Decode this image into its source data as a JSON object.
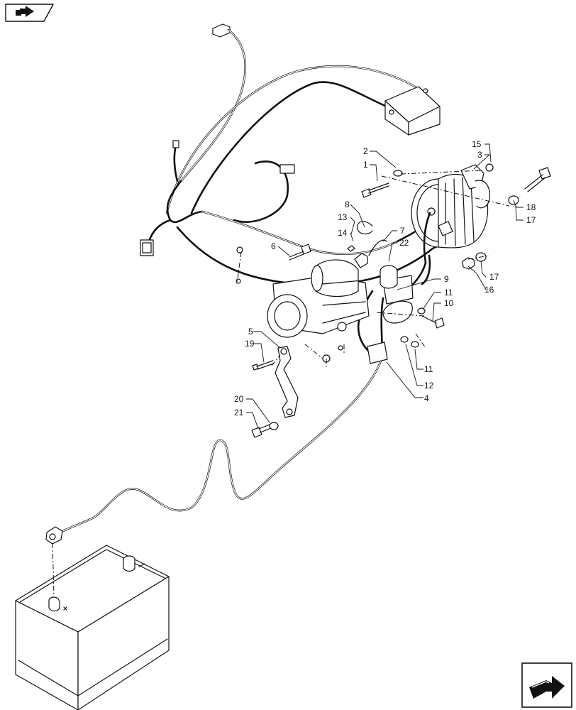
{
  "callouts": [
    {
      "id": "c1",
      "text": "1"
    },
    {
      "id": "c2",
      "text": "2"
    },
    {
      "id": "c3",
      "text": "3"
    },
    {
      "id": "c4",
      "text": "4"
    },
    {
      "id": "c5",
      "text": "5"
    },
    {
      "id": "c6",
      "text": "6"
    },
    {
      "id": "c7",
      "text": "7"
    },
    {
      "id": "c8",
      "text": "8"
    },
    {
      "id": "c9",
      "text": "9"
    },
    {
      "id": "c10",
      "text": "10"
    },
    {
      "id": "c11a",
      "text": "11"
    },
    {
      "id": "c11b",
      "text": "11"
    },
    {
      "id": "c12",
      "text": "12"
    },
    {
      "id": "c13",
      "text": "13"
    },
    {
      "id": "c14",
      "text": "14"
    },
    {
      "id": "c15",
      "text": "15"
    },
    {
      "id": "c16",
      "text": "16"
    },
    {
      "id": "c17a",
      "text": "17"
    },
    {
      "id": "c17b",
      "text": "17"
    },
    {
      "id": "c18",
      "text": "18"
    },
    {
      "id": "c19",
      "text": "19"
    },
    {
      "id": "c20",
      "text": "20"
    },
    {
      "id": "c21",
      "text": "21"
    },
    {
      "id": "c22",
      "text": "22"
    }
  ],
  "icons": {
    "top_left": "previous-page-arrow-icon",
    "bottom_right": "next-page-arrow-icon"
  }
}
